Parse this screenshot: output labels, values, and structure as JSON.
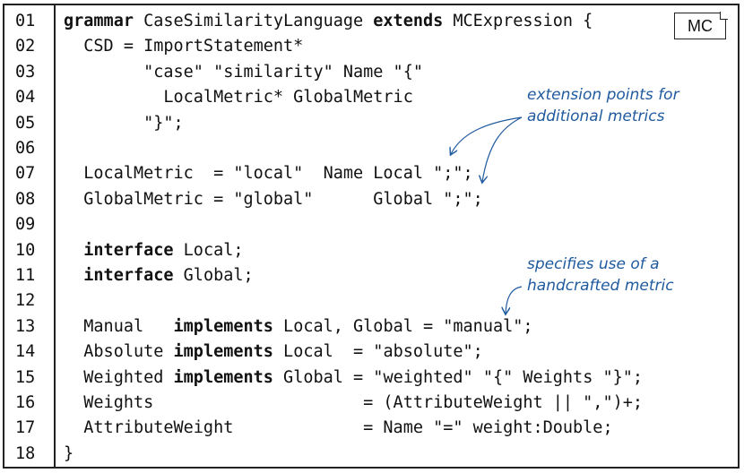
{
  "badge": "MC",
  "lines": [
    {
      "n": "01",
      "parts": [
        {
          "t": "grammar",
          "b": true
        },
        {
          "t": " CaseSimilarityLanguage "
        },
        {
          "t": "extends",
          "b": true
        },
        {
          "t": " MCExpression {"
        }
      ]
    },
    {
      "n": "02",
      "parts": [
        {
          "t": "  CSD = ImportStatement*"
        }
      ]
    },
    {
      "n": "03",
      "parts": [
        {
          "t": "        \"case\" \"similarity\" Name \"{\""
        }
      ]
    },
    {
      "n": "04",
      "parts": [
        {
          "t": "          LocalMetric* GlobalMetric"
        }
      ]
    },
    {
      "n": "05",
      "parts": [
        {
          "t": "        \"}\";"
        }
      ]
    },
    {
      "n": "06",
      "parts": [
        {
          "t": ""
        }
      ]
    },
    {
      "n": "07",
      "parts": [
        {
          "t": "  LocalMetric  = \"local\"  Name Local \";\";"
        }
      ]
    },
    {
      "n": "08",
      "parts": [
        {
          "t": "  GlobalMetric = \"global\"      Global \";\";"
        }
      ]
    },
    {
      "n": "09",
      "parts": [
        {
          "t": ""
        }
      ]
    },
    {
      "n": "10",
      "parts": [
        {
          "t": "  "
        },
        {
          "t": "interface",
          "b": true
        },
        {
          "t": " Local;"
        }
      ]
    },
    {
      "n": "11",
      "parts": [
        {
          "t": "  "
        },
        {
          "t": "interface",
          "b": true
        },
        {
          "t": " Global;"
        }
      ]
    },
    {
      "n": "12",
      "parts": [
        {
          "t": ""
        }
      ]
    },
    {
      "n": "13",
      "parts": [
        {
          "t": "  Manual   "
        },
        {
          "t": "implements",
          "b": true
        },
        {
          "t": " Local, Global = \"manual\";"
        }
      ]
    },
    {
      "n": "14",
      "parts": [
        {
          "t": "  Absolute "
        },
        {
          "t": "implements",
          "b": true
        },
        {
          "t": " Local  = \"absolute\";"
        }
      ]
    },
    {
      "n": "15",
      "parts": [
        {
          "t": "  Weighted "
        },
        {
          "t": "implements",
          "b": true
        },
        {
          "t": " Global = \"weighted\" \"{\" Weights \"}\";"
        }
      ]
    },
    {
      "n": "16",
      "parts": [
        {
          "t": "  Weights                     = (AttributeWeight || \",\")+;"
        }
      ]
    },
    {
      "n": "17",
      "parts": [
        {
          "t": "  AttributeWeight             = Name \"=\" weight:Double;"
        }
      ]
    },
    {
      "n": "18",
      "parts": [
        {
          "t": "}"
        }
      ]
    }
  ],
  "annotations": {
    "extension_line1": "extension points for",
    "extension_line2": "additional metrics",
    "handcrafted_line1": "specifies use of a",
    "handcrafted_line2": "handcrafted metric"
  },
  "colors": {
    "annotation": "#1f5a9e",
    "text": "#111111",
    "border": "#222222"
  }
}
